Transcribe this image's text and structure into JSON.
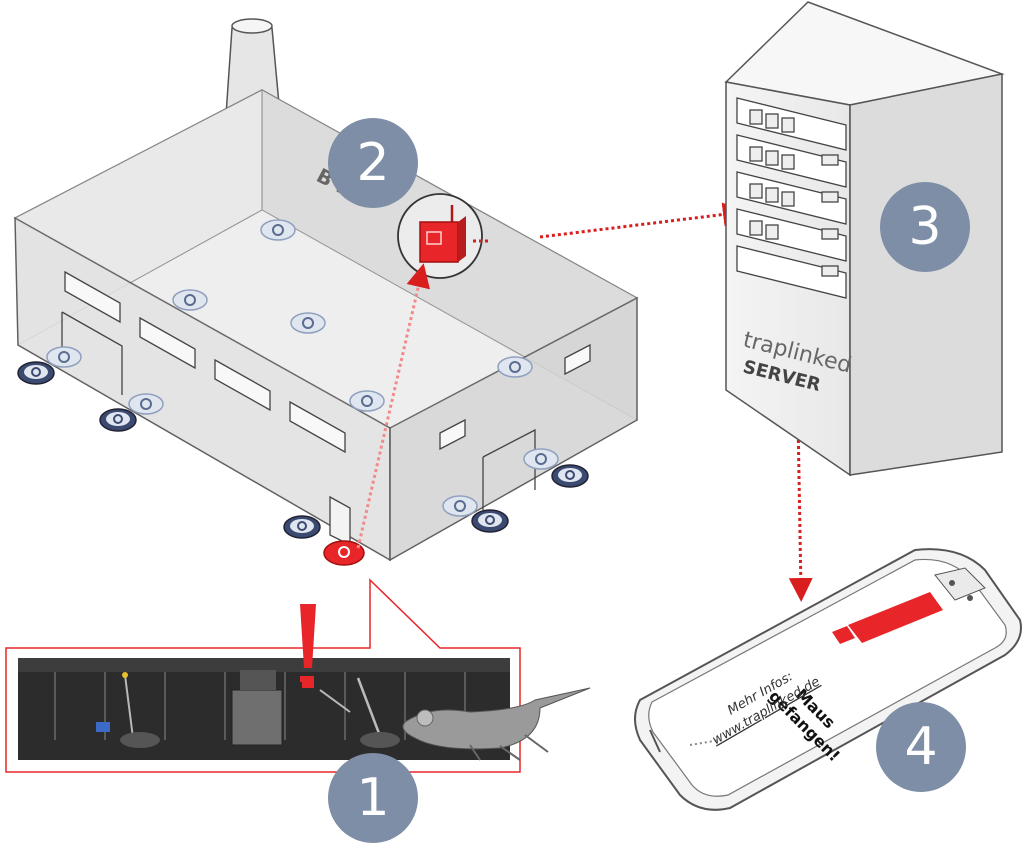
{
  "colors": {
    "badge": "#7d8ea6",
    "alert_red": "#e8262a",
    "trap_blue": "#3b4a70",
    "trap_light": "#dfe6f0",
    "outline": "#333333",
    "dotted_line": "#d91e1e"
  },
  "steps": {
    "one": "1",
    "two": "2",
    "three": "3",
    "four": "4"
  },
  "building": {
    "sign_text": "B    B"
  },
  "server": {
    "brand_light": "traplinked",
    "brand_bold": "SERVER"
  },
  "phone": {
    "message_line1": "Maus",
    "message_line2": "gefangen!",
    "info_line1": "Mehr Infos:",
    "info_line2": "www.traplinked.de"
  },
  "icons": {
    "trap": "trap-sensor-icon",
    "gateway": "gateway-icon",
    "alert": "exclamation-icon",
    "mouse": "mouse-icon"
  }
}
